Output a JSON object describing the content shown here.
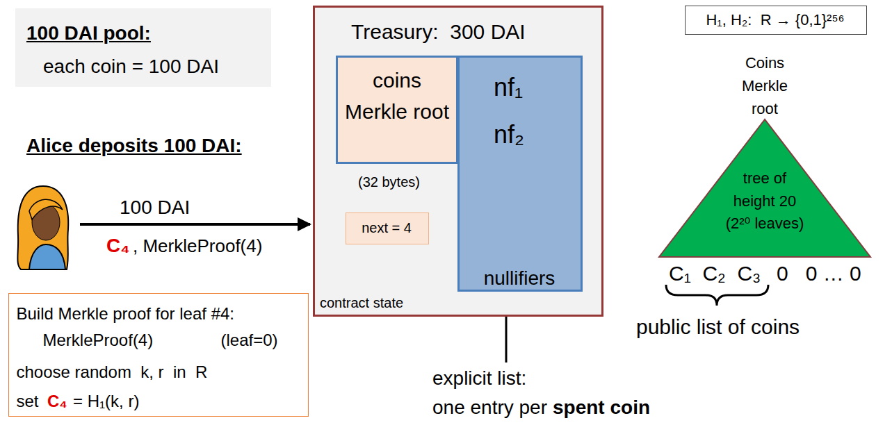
{
  "diagram": {
    "nodes": [
      {
        "text": [
          "100 DAI pool:",
          "each coin = 100 DAI"
        ]
      },
      {
        "text": [
          "Treasury:  300 DAI",
          "contract state"
        ]
      },
      {
        "text": [
          "coins Merkle root"
        ],
        "in": 1
      },
      {
        "text": [
          "next = 4"
        ],
        "in": 1
      },
      {
        "text": [
          "nf₁",
          "nf₂",
          "nullifiers"
        ],
        "in": 1
      },
      {
        "text": [
          "H₁, H₂:  R → {0,1}²⁵⁶"
        ]
      },
      {
        "text": [
          "Coins Merkle root",
          "tree of height 20",
          "(2²⁰ leaves)"
        ]
      },
      {
        "text": [
          "Build Merkle proof for leaf #4:",
          "MerkleProof(4)",
          "(leaf=0)",
          "choose random  k, r  in  R",
          "set",
          "C₄",
          "= H₁(k, r)"
        ]
      }
    ],
    "labels": [
      "Alice deposits 100 DAI:",
      "100 DAI",
      "C₄",
      ", MerkleProof(4)",
      "(32 bytes)",
      "explicit list:",
      "one entry per",
      "spent coin",
      "C₁  C₂  C₃",
      "0   0 … 0",
      "public list of coins"
    ]
  }
}
